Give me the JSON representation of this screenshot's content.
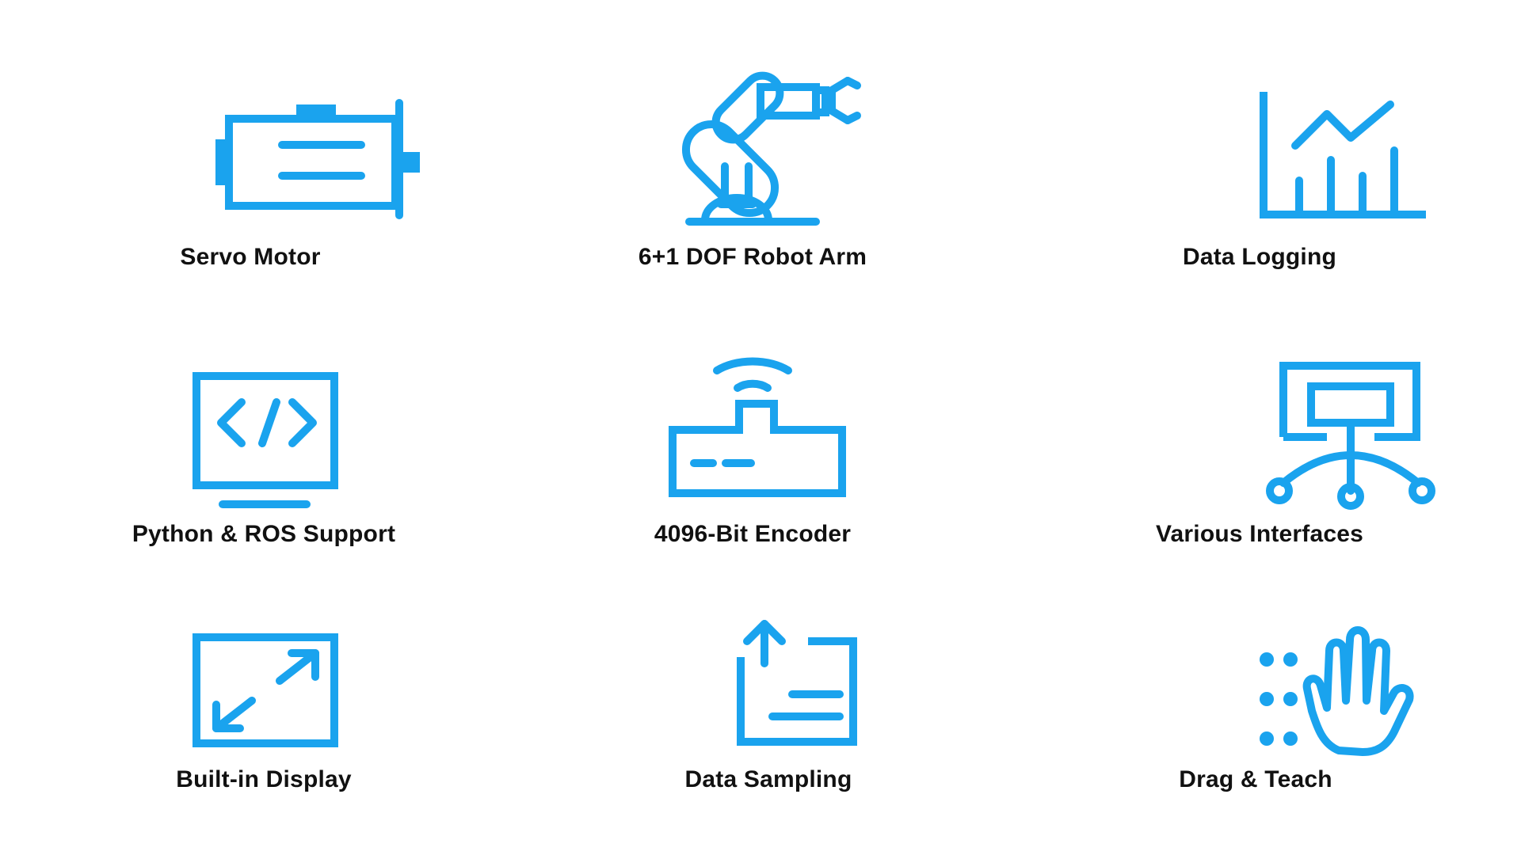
{
  "colors": {
    "accent": "#1aa3ee",
    "text": "#111111",
    "background": "#ffffff"
  },
  "features": [
    {
      "label": "Servo Motor",
      "icon": "servo-motor-icon"
    },
    {
      "label": "6+1 DOF Robot Arm",
      "icon": "robot-arm-icon"
    },
    {
      "label": "Data Logging",
      "icon": "data-logging-chart-icon"
    },
    {
      "label": "Python & ROS Support",
      "icon": "code-monitor-icon"
    },
    {
      "label": "4096-Bit Encoder",
      "icon": "encoder-router-icon"
    },
    {
      "label": "Various Interfaces",
      "icon": "interfaces-network-icon"
    },
    {
      "label": "Built-in Display",
      "icon": "expand-display-icon"
    },
    {
      "label": "Data Sampling",
      "icon": "data-upload-icon"
    },
    {
      "label": "Drag & Teach",
      "icon": "hand-drag-icon"
    }
  ]
}
